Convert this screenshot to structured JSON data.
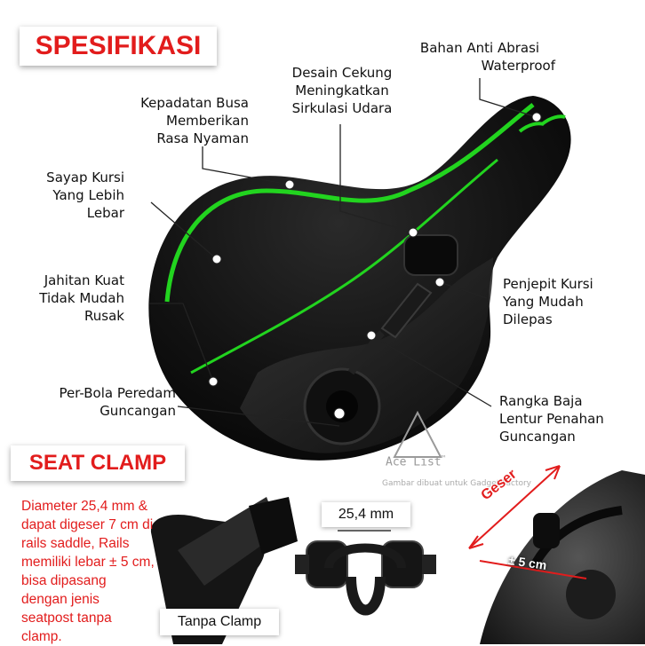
{
  "header": {
    "title": "SPESIFIKASI"
  },
  "callouts": {
    "anti_abrasi": [
      "Bahan Anti Abrasi",
      "Waterproof"
    ],
    "desain_cekung": [
      "Desain Cekung",
      "Meningkatkan",
      "Sirkulasi Udara"
    ],
    "kepadatan_busa": [
      "Kepadatan Busa",
      "Memberikan",
      "Rasa Nyaman"
    ],
    "sayap_kursi": [
      "Sayap Kursi",
      "Yang Lebih",
      "Lebar"
    ],
    "jahitan_kuat": [
      "Jahitan Kuat",
      "Tidak Mudah",
      "Rusak"
    ],
    "per_bola": [
      "Per-Bola Peredam",
      "Guncangan"
    ],
    "penjepit_kursi": [
      "Penjepit Kursi",
      "Yang Mudah",
      "Dilepas"
    ],
    "rangka_baja": [
      "Rangka Baja",
      "Lentur Penahan",
      "Guncangan"
    ]
  },
  "watermark": {
    "brand": "Ace List",
    "tm": "™",
    "caption": "Gambar dibuat untuk Gadget Factory"
  },
  "seat_clamp": {
    "title": "SEAT CLAMP",
    "description": [
      "Diameter 25,4 mm &",
      "dapat digeser 7 cm di",
      "rails saddle, Rails",
      "memiliki lebar ± 5 cm,",
      "bisa dipasang",
      "dengan jenis",
      "seatpost tanpa",
      "clamp."
    ],
    "tanpa_clamp": "Tanpa Clamp",
    "diameter": "25,4 mm",
    "geser": "Geser",
    "lebar": "± 5 cm"
  },
  "colors": {
    "accent_red": "#e21c1c",
    "stripe_green": "#22d41f",
    "saddle_black": "#0c0c0c"
  }
}
